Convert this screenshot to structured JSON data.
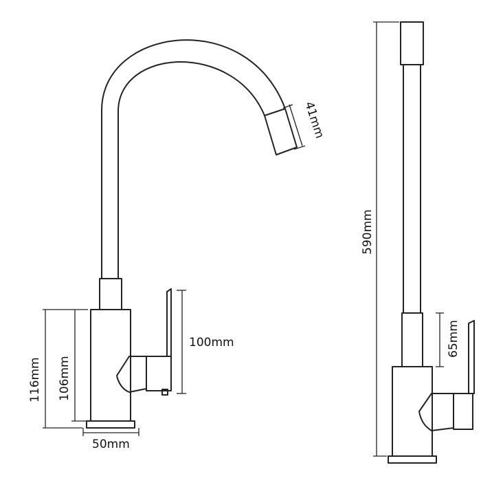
{
  "diagram": {
    "dimensions": {
      "outlet_diameter": "41mm",
      "lever_height": "100mm",
      "body_height_total": "116mm",
      "body_height": "106mm",
      "base_diameter": "50mm",
      "total_height": "590mm",
      "lever_side_height": "65mm"
    },
    "colors": {
      "line": "#222222",
      "background": "#ffffff"
    }
  }
}
